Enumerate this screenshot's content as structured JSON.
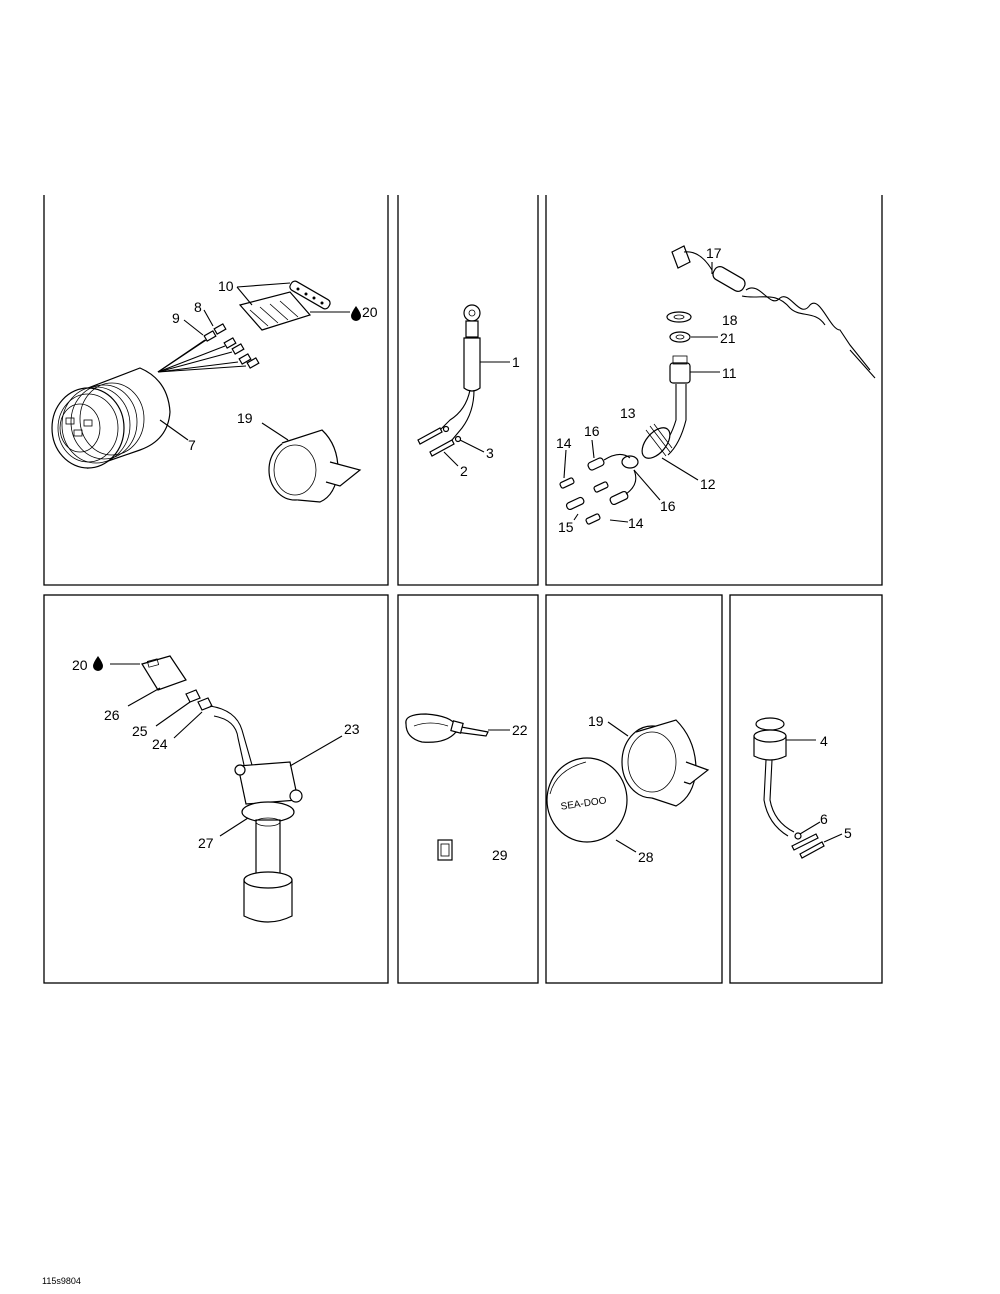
{
  "ref_code": "115s9804",
  "panel_tl": {
    "labels": {
      "p10": "10",
      "p20": "20",
      "p9": "9",
      "p8": "8",
      "p7": "7",
      "p19": "19"
    }
  },
  "panel_tm": {
    "labels": {
      "p1": "1",
      "p3": "3",
      "p2": "2"
    }
  },
  "panel_tr": {
    "labels": {
      "p17": "17",
      "p18": "18",
      "p21": "21",
      "p11": "11",
      "p13": "13",
      "p14a": "14",
      "p16a": "16",
      "p12": "12",
      "p16b": "16",
      "p15": "15",
      "p14b": "14"
    }
  },
  "panel_bl": {
    "labels": {
      "p20": "20",
      "p26": "26",
      "p25": "25",
      "p24": "24",
      "p23": "23",
      "p27": "27"
    }
  },
  "panel_bm": {
    "labels": {
      "p22": "22",
      "p29": "29"
    }
  },
  "panel_bc": {
    "labels": {
      "p19": "19",
      "p28": "28"
    },
    "cap_text": "SEA-DOO"
  },
  "panel_br": {
    "labels": {
      "p4": "4",
      "p6": "6",
      "p5": "5"
    }
  }
}
